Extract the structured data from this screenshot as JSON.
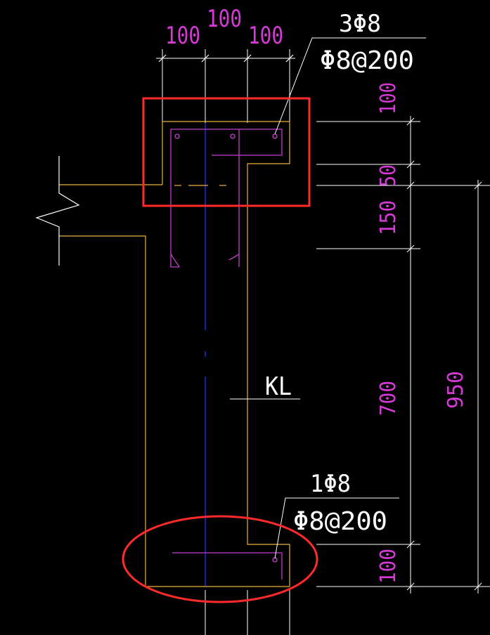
{
  "colors": {
    "background": "#000000",
    "dimension_text": "#d63ad6",
    "annotation_text": "#ffffff",
    "extension_line": "#ffffff",
    "concrete_outline": "#e8b23a",
    "rebar": "#c83cd2",
    "center_line": "#2028d8",
    "highlight_box": "#ff2a2a",
    "highlight_ellipse": "#ff2a2a"
  },
  "top_dimensions": [
    "100",
    "100",
    "100"
  ],
  "right_dimensions": {
    "segments": [
      "100",
      "50",
      "150",
      "700",
      "100"
    ],
    "overall": "950"
  },
  "callouts": {
    "top_rebar": {
      "count": "3Φ8",
      "stirrup": "Φ8@200"
    },
    "bottom_rebar": {
      "count": "1Φ8",
      "stirrup": "Φ8@200"
    },
    "member": "KL"
  }
}
